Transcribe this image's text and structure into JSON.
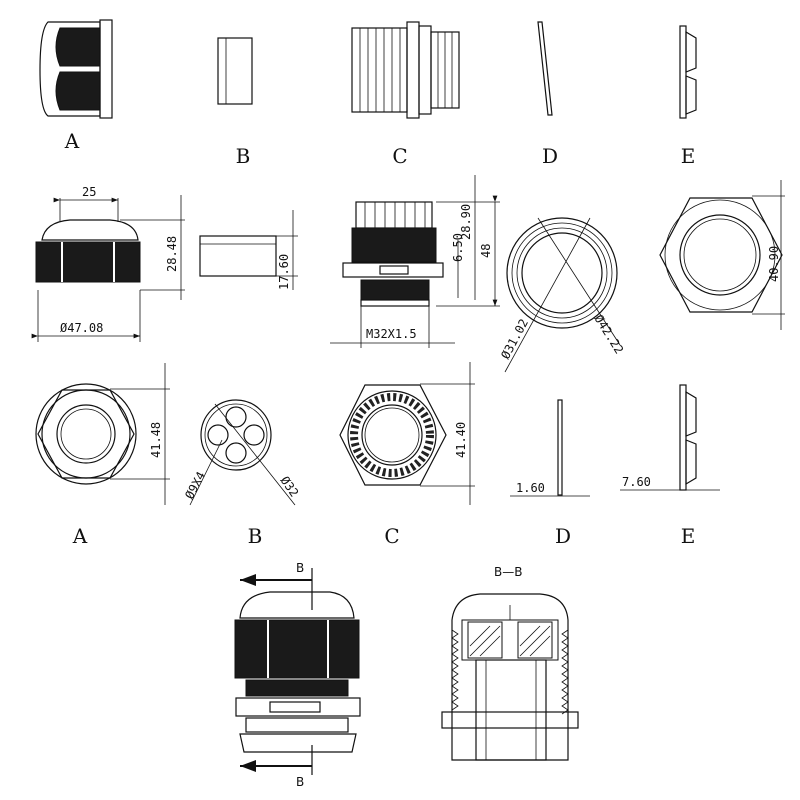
{
  "row1_labels": [
    "A",
    "B",
    "C",
    "D",
    "E"
  ],
  "row3_labels": [
    "A",
    "B",
    "C",
    "D",
    "E"
  ],
  "dimensions": {
    "cap_width": "25",
    "cap_height": "28.48",
    "cap_diameter": "Ø47.08",
    "seal_height": "17.60",
    "body_flange": "6.50",
    "body_upper": "28.90",
    "body_total": "48",
    "body_thread": "M32X1.5",
    "washer_inner": "Ø31.02",
    "washer_outer": "Ø42.22",
    "locknut_height": "40.90",
    "cap_across": "41.48",
    "seal_holes": "Ø9X4",
    "seal_diameter": "Ø32",
    "body_across": "41.40",
    "washer_thickness": "1.60",
    "locknut_thickness": "7.60"
  },
  "section": {
    "cut_label_top": "B",
    "cut_label_bottom": "B",
    "section_title": "B—B"
  }
}
